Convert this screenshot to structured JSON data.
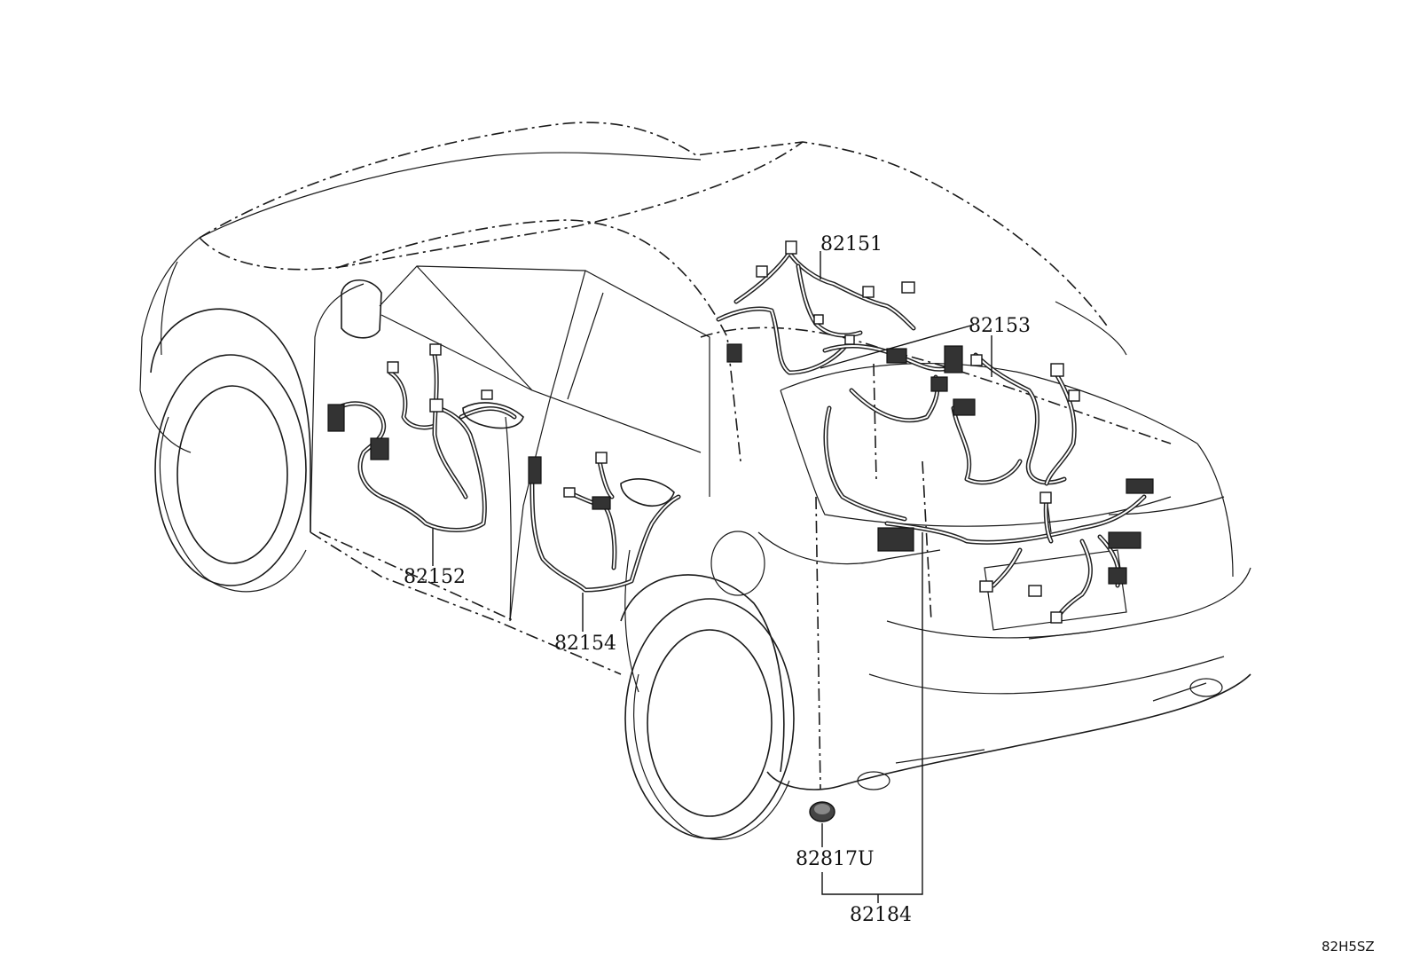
{
  "diagram": {
    "code": "82H5SZ",
    "callouts": [
      {
        "id": "82151",
        "text": "82151"
      },
      {
        "id": "82153",
        "text": "82153"
      },
      {
        "id": "82152",
        "text": "82152"
      },
      {
        "id": "82154",
        "text": "82154"
      },
      {
        "id": "82817U",
        "text": "82817U"
      },
      {
        "id": "82184",
        "text": "82184"
      }
    ]
  }
}
